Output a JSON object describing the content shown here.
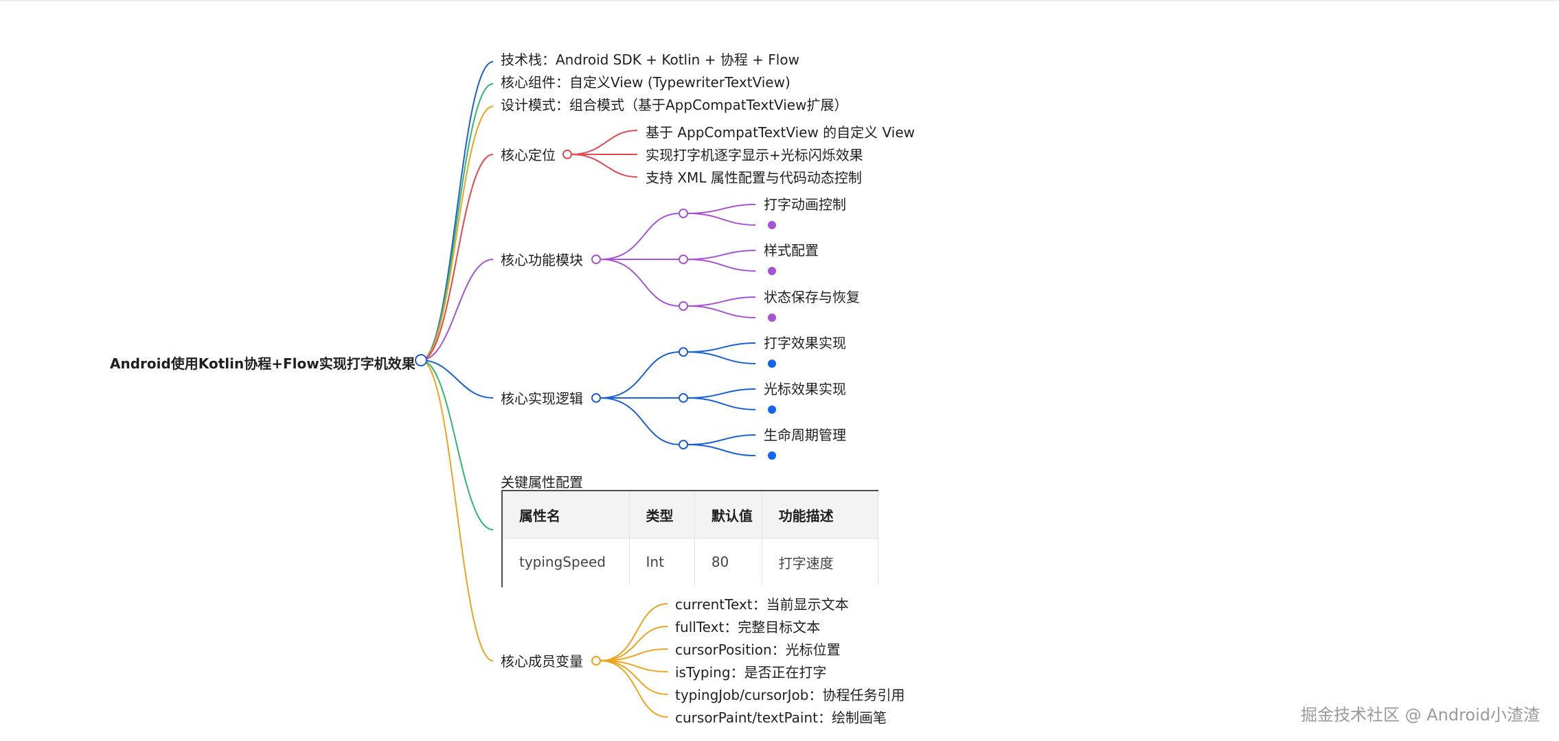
{
  "root": {
    "label": "Android使用Kotlin协程+Flow实现打字机效果"
  },
  "branches": {
    "tech": "技术栈：Android SDK + Kotlin + 协程 + Flow",
    "component": "核心组件：自定义View (TypewriterTextView)",
    "pattern": "设计模式：组合模式（基于AppCompatTextView扩展）",
    "positioning": {
      "label": "核心定位",
      "items": [
        "基于 AppCompatTextView 的自定义 View",
        "实现打字机逐字显示+光标闪烁效果",
        "支持 XML 属性配置与代码动态控制"
      ]
    },
    "modules": {
      "label": "核心功能模块",
      "items": [
        "打字动画控制",
        "样式配置",
        "状态保存与恢复"
      ]
    },
    "logic": {
      "label": "核心实现逻辑",
      "items": [
        "打字效果实现",
        "光标效果实现",
        "生命周期管理"
      ]
    },
    "attributes": {
      "label": "关键属性配置",
      "headers": [
        "属性名",
        "类型",
        "默认值",
        "功能描述"
      ],
      "rows": [
        [
          "typingSpeed",
          "Int",
          "80",
          "打字速度"
        ]
      ]
    },
    "members": {
      "label": "核心成员变量",
      "items": [
        "currentText：当前显示文本",
        "fullText：完整目标文本",
        "cursorPosition：光标位置",
        "isTyping：是否正在打字",
        "typingJob/cursorJob：协程任务引用",
        "cursorPaint/textPaint：绘制画笔"
      ]
    }
  },
  "colors": {
    "blue": "#1a5fd6",
    "green": "#2fb872",
    "orange": "#f0a31c",
    "red": "#e5484d",
    "purple": "#a653d6",
    "brightBlue": "#1464ef"
  },
  "watermark": "掘金技术社区 @ Android小渣渣"
}
